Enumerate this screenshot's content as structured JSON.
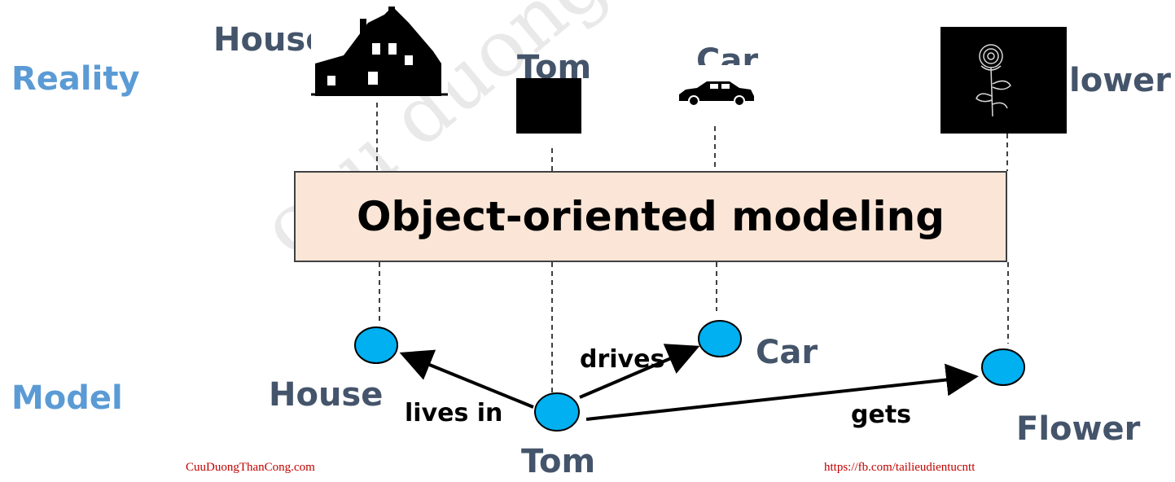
{
  "watermark": "cuu duong",
  "rows": {
    "reality": "Reality",
    "model": "Model"
  },
  "reality_labels": {
    "house": "House",
    "tom": "Tom",
    "car": "Car",
    "flower": "Flower"
  },
  "banner": "Object-oriented modeling",
  "model_labels": {
    "house": "House",
    "tom": "Tom",
    "car": "Car",
    "flower": "Flower"
  },
  "relations": {
    "lives_in": "lives in",
    "drives": "drives",
    "gets": "gets"
  },
  "footer": {
    "left": "CuuDuongThanCong.com",
    "right": "https://fb.com/tailieudientucntt"
  },
  "colors": {
    "node": "#00B0F0",
    "row_label": "#5B9BD5",
    "entity_label": "#44546A",
    "banner_fill": "#FBE5D6",
    "footer": "#C00000"
  },
  "icons": [
    "house-icon",
    "person-icon",
    "car-icon",
    "flower-icon"
  ]
}
